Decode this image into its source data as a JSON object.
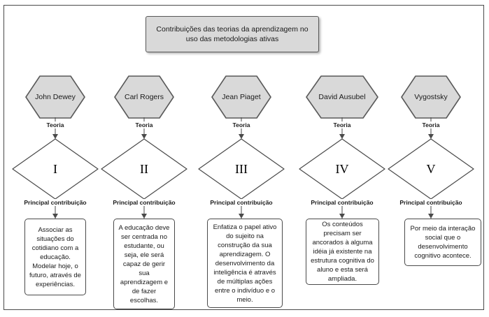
{
  "diagram": {
    "title": "Contribuições das teorias da aprendizagem no uso das metodologias ativas",
    "edge_label_theory": "Teoria",
    "edge_label_contribution": "Principal contribuição",
    "colors": {
      "node_fill": "#d9d9d9",
      "node_stroke": "#595959",
      "line": "#4a4a4a",
      "box_fill": "#ffffff",
      "text": "#1a1a1a"
    },
    "columns": [
      {
        "author": "John Dewey",
        "numeral": "I",
        "theory_label": "Teoria",
        "contribution_label": "Principal contribuição",
        "contribution": "Associar as situações do cotidiano com a educação. Modelar hoje, o futuro, através de experiências."
      },
      {
        "author": "Carl Rogers",
        "numeral": "II",
        "theory_label": "Teoria",
        "contribution_label": "Principal contribuição",
        "contribution": "A educação deve ser centrada no estudante, ou seja, ele será capaz de gerir sua aprendizagem e de fazer escolhas."
      },
      {
        "author": "Jean Piaget",
        "numeral": "III",
        "theory_label": "Teoria",
        "contribution_label": "Principal contribuição",
        "contribution": "Enfatiza o papel ativo do sujeito na construção da sua aprendizagem. O desenvolvimento da inteligência é através de múltiplas ações entre o indivíduo e o meio."
      },
      {
        "author": "David Ausubel",
        "numeral": "IV",
        "theory_label": "Teoria",
        "contribution_label": "Principal contribuição",
        "contribution": "Os conteúdos precisam ser ancorados à alguma idéia já existente na estrutura cognitiva do aluno e esta será ampliada."
      },
      {
        "author": "Vygostsky",
        "numeral": "V",
        "theory_label": "Teoria",
        "contribution_label": "Principal contribuição",
        "contribution": "Por meio da interação social que o desenvolvimento cognitivo acontece."
      }
    ]
  }
}
